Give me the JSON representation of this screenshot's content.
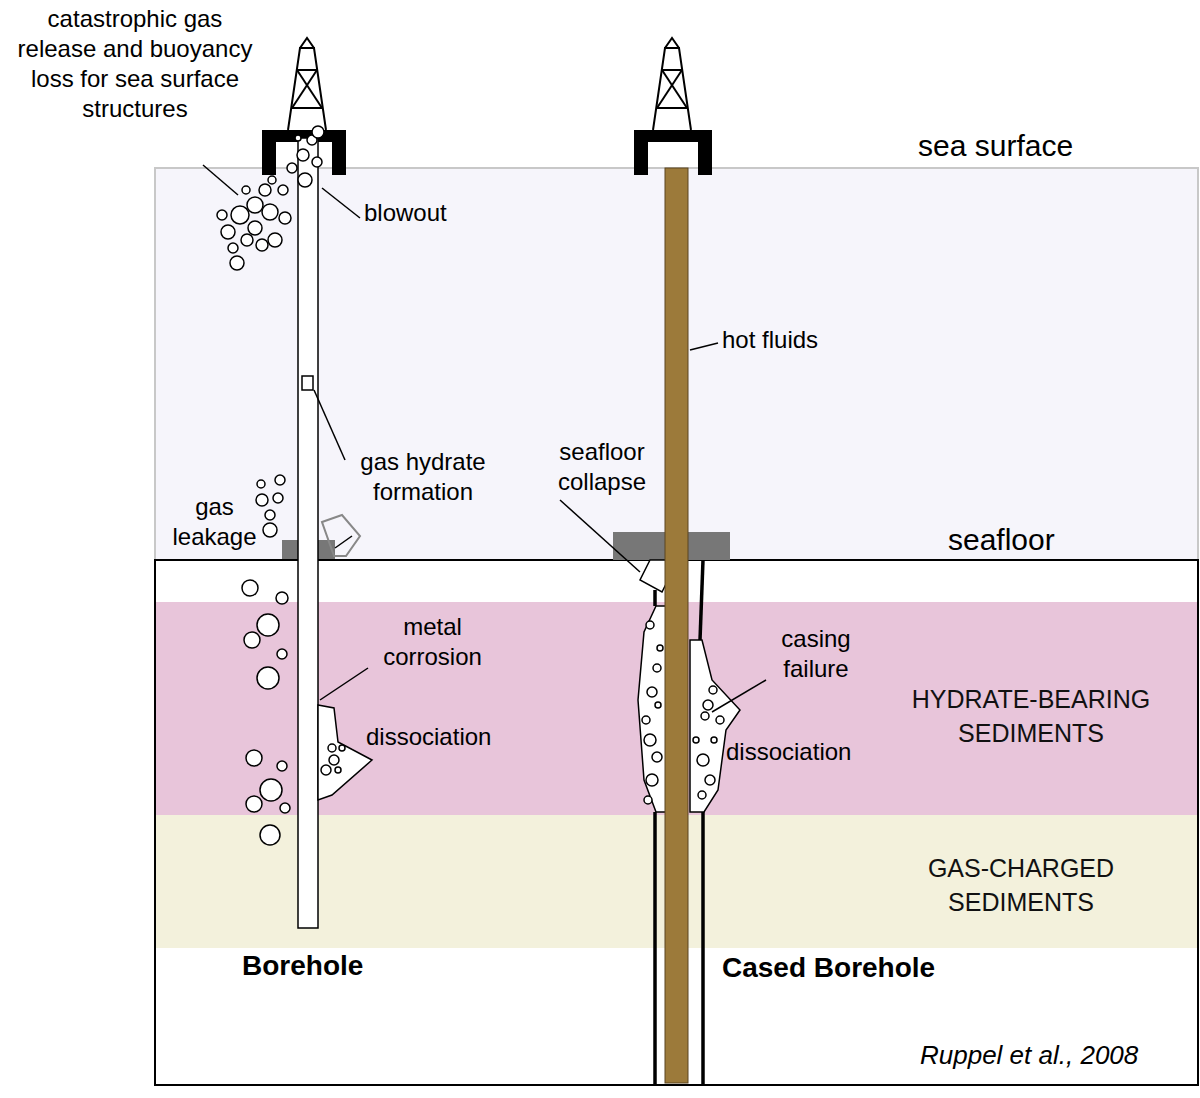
{
  "diagram": {
    "nodes": [
      {
        "text": [
          "HYDRATE-BEARING SEDIMENTS"
        ]
      },
      {
        "text": [
          "GAS-CHARGED SEDIMENTS"
        ]
      }
    ],
    "labels": [
      "catastrophic gas release and buoyancy loss for sea surface structures",
      "blowout",
      "gas hydrate formation",
      "gas leakage",
      "metal corrosion",
      "dissociation",
      "seafloor collapse",
      "hot fluids",
      "casing failure",
      "dissociation",
      "sea surface",
      "seafloor",
      "Borehole",
      "Cased Borehole",
      "Ruppel et al., 2008"
    ]
  }
}
